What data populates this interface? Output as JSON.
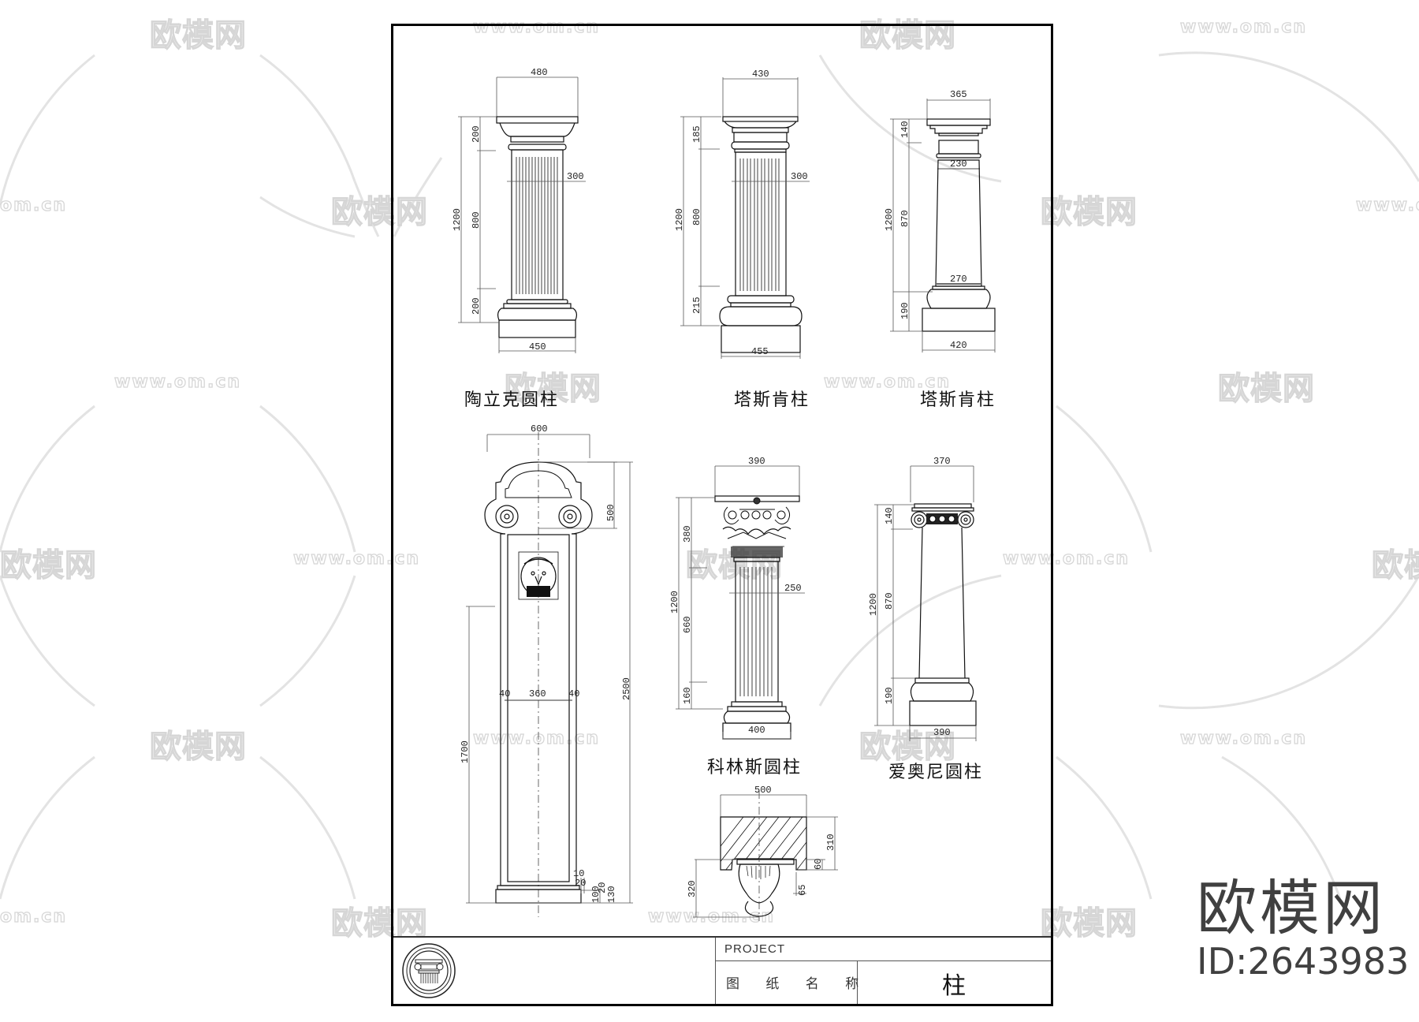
{
  "watermarks": {
    "brand_text": "欧模网",
    "url_text": "www.om.cn",
    "partial_url_text": "om.cn",
    "color": "#d6d6d6"
  },
  "sheet": {
    "project_label": "PROJECT",
    "drawing_name_label": "图 纸 名 称",
    "drawing_name_value": "柱",
    "logo": "ionic-capital-seal-icon"
  },
  "columns": [
    {
      "id": "col-1",
      "caption": "陶立克圆柱",
      "dims": {
        "top_width": "480",
        "shaft_width": "300",
        "base_width": "450",
        "total_height": "1200",
        "capital_height": "200",
        "shaft_height": "800",
        "base_height": "200"
      }
    },
    {
      "id": "col-2",
      "caption": "塔斯肯柱",
      "dims": {
        "top_width": "430",
        "shaft_width": "300",
        "base_width": "455",
        "total_height": "1200",
        "capital_height": "185",
        "shaft_height": "800",
        "base_height": "215"
      }
    },
    {
      "id": "col-3",
      "caption": "塔斯肯柱",
      "dims": {
        "top_width": "365",
        "shaft_top_width": "230",
        "shaft_bottom_width": "270",
        "base_width": "420",
        "total_height": "1200",
        "capital_height": "140",
        "shaft_height": "870",
        "base_height": "190"
      }
    },
    {
      "id": "pilaster",
      "caption": "",
      "dims": {
        "top_width": "600",
        "crown_height": "500",
        "total_height": "2500",
        "lower_height": "1700",
        "inner_width": "360",
        "side_left": "40",
        "side_right": "40",
        "d10": "10",
        "d20": "20",
        "d20b": "20",
        "d100": "100",
        "d130": "130"
      }
    },
    {
      "id": "col-corinthian",
      "caption": "科林斯圆柱",
      "dims": {
        "top_width": "390",
        "shaft_width": "250",
        "base_width": "400",
        "total_height": "1200",
        "capital_height": "380",
        "shaft_height": "660",
        "base_height": "160"
      }
    },
    {
      "id": "col-ionic",
      "caption": "爱奥尼圆柱",
      "dims": {
        "top_width": "370",
        "base_width": "390",
        "total_height": "1200",
        "capital_height": "140",
        "shaft_height": "870",
        "base_height": "190"
      }
    },
    {
      "id": "bracket",
      "caption": "",
      "dims": {
        "top_width": "500",
        "slab_height": "310",
        "recess_height": "60",
        "corbel_height": "320",
        "d65": "65"
      }
    }
  ],
  "brand_badge": {
    "name": "欧模网",
    "id_text": "ID:2643983"
  }
}
